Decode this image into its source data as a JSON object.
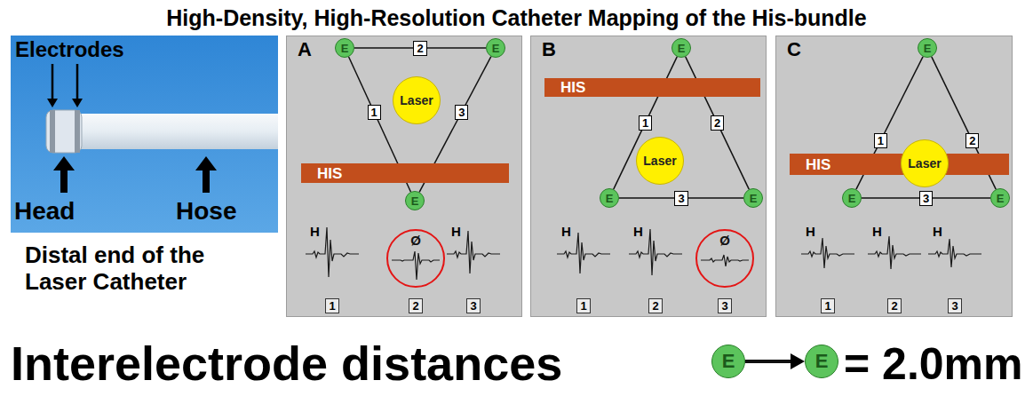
{
  "diagram": {
    "title": "High-Density, High-Resolution Catheter Mapping of the His-bundle",
    "nodes": [
      {
        "text": [
          "A"
        ]
      },
      {
        "text": [
          "E"
        ],
        "in": 0
      },
      {
        "text": [
          "E"
        ],
        "in": 0
      },
      {
        "text": [
          "Laser"
        ],
        "in": 0
      },
      {
        "text": [
          "HIS"
        ],
        "in": 0
      },
      {
        "text": [
          "E"
        ],
        "in": 0
      },
      {
        "text": [
          "Ø"
        ],
        "in": 0
      },
      {
        "text": [
          "1"
        ],
        "in": 0
      },
      {
        "text": [
          "2"
        ],
        "in": 0
      },
      {
        "text": [
          "3"
        ],
        "in": 0
      },
      {
        "text": [
          "B"
        ]
      },
      {
        "text": [
          "E"
        ],
        "in": 10
      },
      {
        "text": [
          "HIS"
        ],
        "in": 10
      },
      {
        "text": [
          "Laser"
        ],
        "in": 10
      },
      {
        "text": [
          "E"
        ],
        "in": 10
      },
      {
        "text": [
          "E"
        ],
        "in": 10
      },
      {
        "text": [
          "Ø"
        ],
        "in": 10
      },
      {
        "text": [
          "1"
        ],
        "in": 10
      },
      {
        "text": [
          "2"
        ],
        "in": 10
      },
      {
        "text": [
          "3"
        ],
        "in": 10
      },
      {
        "text": [
          "C"
        ]
      },
      {
        "text": [
          "E"
        ],
        "in": 20
      },
      {
        "text": [
          "HIS"
        ],
        "in": 20
      },
      {
        "text": [
          "Laser"
        ],
        "in": 20
      },
      {
        "text": [
          "E"
        ],
        "in": 20
      },
      {
        "text": [
          "E"
        ],
        "in": 20
      },
      {
        "text": [
          "1"
        ],
        "in": 20
      },
      {
        "text": [
          "2"
        ],
        "in": 20
      },
      {
        "text": [
          "3"
        ],
        "in": 20
      },
      {
        "text": [
          "E"
        ]
      },
      {
        "text": [
          "E"
        ]
      }
    ],
    "edges": [
      {
        "from": 1,
        "to": 2,
        "label": "2",
        "arrow": "none"
      },
      {
        "from": 1,
        "to": 5,
        "label": "1",
        "arrow": "none"
      },
      {
        "from": 2,
        "to": 5,
        "label": "3",
        "arrow": "none"
      },
      {
        "from": 11,
        "to": 14,
        "label": "1",
        "arrow": "none"
      },
      {
        "from": 11,
        "to": 15,
        "label": "2",
        "arrow": "none"
      },
      {
        "from": 14,
        "to": 15,
        "label": "3",
        "arrow": "none"
      },
      {
        "from": 21,
        "to": 24,
        "label": "1",
        "arrow": "none"
      },
      {
        "from": 21,
        "to": 25,
        "label": "2",
        "arrow": "none"
      },
      {
        "from": 24,
        "to": 25,
        "label": "3",
        "arrow": "none"
      },
      {
        "from": 29,
        "to": 30,
        "arrow": "to"
      }
    ],
    "labels": [
      "Electrodes",
      "Head",
      "Hose",
      "Distal end of the Laser Catheter",
      "H",
      "H",
      "H",
      "H",
      "H",
      "H",
      "H",
      "Interelectrode distances",
      "= 2.0mm"
    ]
  }
}
